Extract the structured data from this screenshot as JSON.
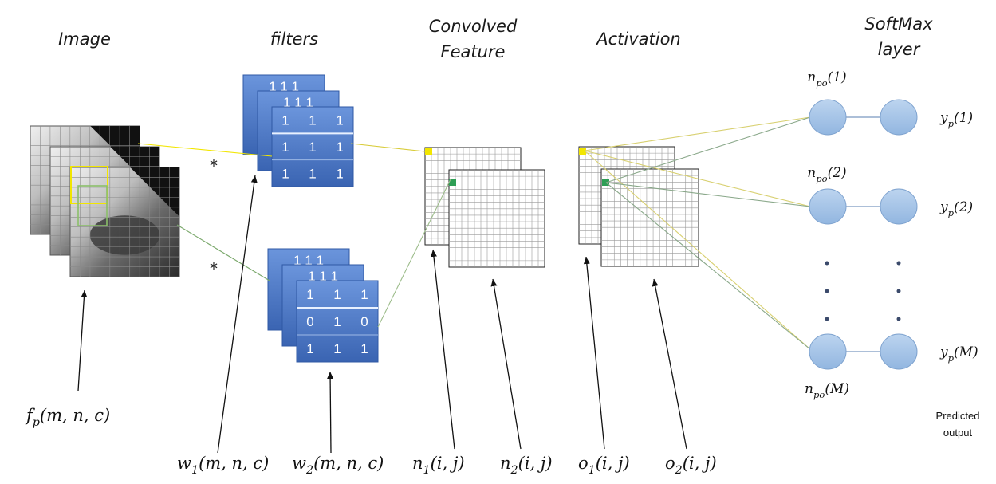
{
  "headers": {
    "image": "Image",
    "filters": "filters",
    "convolved_line1": "Convolved",
    "convolved_line2": "Feature",
    "activation": "Activation",
    "softmax_line1": "SoftMax",
    "softmax_line2": "layer"
  },
  "operators": {
    "star_top": "*",
    "star_bottom": "*"
  },
  "filter1": {
    "rows": [
      [
        "1",
        "1",
        "1"
      ],
      [
        "1",
        "1",
        "1"
      ],
      [
        "1",
        "1",
        "1"
      ]
    ]
  },
  "filter2": {
    "rows": [
      [
        "1",
        "1",
        "1"
      ],
      [
        "0",
        "1",
        "0"
      ],
      [
        "1",
        "1",
        "1"
      ]
    ]
  },
  "back_filter_digits": "1  1  1",
  "labels": {
    "fp": {
      "base": "f",
      "sub": "p",
      "args": "(m, n, c)"
    },
    "w1": {
      "base": "w",
      "sub": "1",
      "args": "(m, n, c)"
    },
    "w2": {
      "base": "w",
      "sub": "2",
      "args": "(m, n, c)"
    },
    "n1": {
      "base": "n",
      "sub": "1",
      "args": "(i, j)"
    },
    "n2": {
      "base": "n",
      "sub": "2",
      "args": "(i, j)"
    },
    "o1": {
      "base": "o",
      "sub": "1",
      "args": "(i, j)"
    },
    "o2": {
      "base": "o",
      "sub": "2",
      "args": "(i, j)"
    }
  },
  "softmax": {
    "npo": [
      {
        "base": "n",
        "sub": "po",
        "args": "(1)"
      },
      {
        "base": "n",
        "sub": "po",
        "args": "(2)"
      },
      {
        "base": "n",
        "sub": "po",
        "args": "(M)"
      }
    ],
    "yp": [
      {
        "base": "y",
        "sub": "p",
        "args": "(1)"
      },
      {
        "base": "y",
        "sub": "p",
        "args": "(2)"
      },
      {
        "base": "y",
        "sub": "p",
        "args": "(M)"
      }
    ]
  },
  "predicted_line1": "Predicted",
  "predicted_line2": "output",
  "colors": {
    "filter_blue": "#4a78c8",
    "node_fill": "#a9c6e8",
    "node_stroke": "#7fa3cf",
    "highlight_yellow": "#f2e600",
    "highlight_green": "#2e9e55",
    "grid_line": "#9a9a9a"
  }
}
